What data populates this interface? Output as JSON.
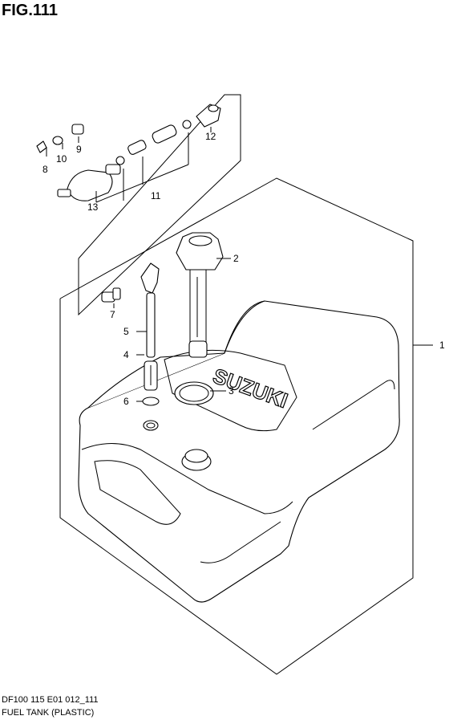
{
  "figure": {
    "title": "FIG.111",
    "code": "DF100 115 E01 012_111",
    "name": "FUEL TANK (PLASTIC)",
    "brand_mark": "SUZUKI"
  },
  "callouts": [
    {
      "id": "1",
      "label": "1"
    },
    {
      "id": "2",
      "label": "2"
    },
    {
      "id": "3",
      "label": "3"
    },
    {
      "id": "4",
      "label": "4"
    },
    {
      "id": "5",
      "label": "5"
    },
    {
      "id": "6",
      "label": "6"
    },
    {
      "id": "7",
      "label": "7"
    },
    {
      "id": "8",
      "label": "8"
    },
    {
      "id": "9",
      "label": "9"
    },
    {
      "id": "10",
      "label": "10"
    },
    {
      "id": "11",
      "label": "11"
    },
    {
      "id": "12",
      "label": "12"
    },
    {
      "id": "13",
      "label": "13"
    }
  ]
}
